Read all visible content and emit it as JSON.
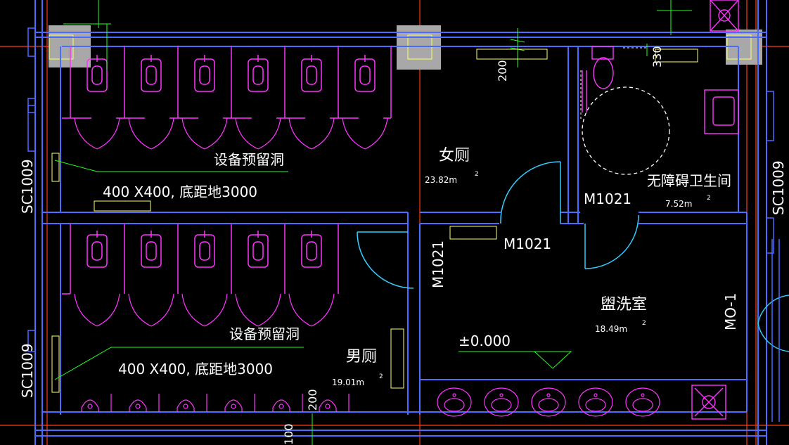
{
  "colors": {
    "background": "#000000",
    "wall": "#4d6bff",
    "fixture": "#ff33ff",
    "door": "#33ccff",
    "grid_axis": "#ff3a1a",
    "dimension": "#22ff22",
    "hatch": "#ffff66",
    "column": "#a8a8a8",
    "text": "#ffffff"
  },
  "labels": {
    "women_room": "女厕",
    "women_area": "23.82m",
    "men_room": "男厕",
    "men_area": "19.01m",
    "washroom": "盥洗室",
    "washroom_area": "18.49m",
    "accessible_room": "无障碍卫生间",
    "accessible_area": "7.52m",
    "area_sup": "2",
    "reserved_hole_1": "设备预留洞",
    "reserved_hole_1_spec": "400 X400, 底距地3000",
    "reserved_hole_2": "设备预留洞",
    "reserved_hole_2_spec": "400 X400, 底距地3000",
    "door_m1021_a": "M1021",
    "door_m1021_b": "M1021",
    "door_m1021_c": "M1021",
    "door_mo1": "MO-1",
    "window_sc1009_a": "SC1009",
    "window_sc1009_b": "SC1009",
    "window_sc1009_c": "SC1009",
    "elevation": "±0.000",
    "dim_200_a": "200",
    "dim_200_b": "200",
    "dim_330": "330",
    "dim_100": "100"
  }
}
